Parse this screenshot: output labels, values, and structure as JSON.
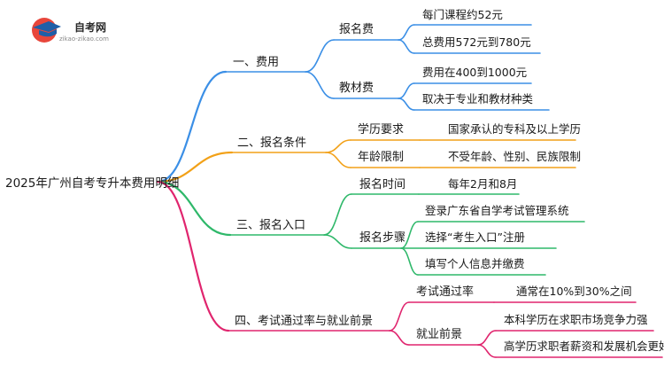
{
  "logo": {
    "title": "自考网",
    "url": "zikao-zikao.com",
    "icon": "graduation-cap-icon",
    "colors": {
      "circle": "#e8463b",
      "cap": "#1f5fa8"
    }
  },
  "root": {
    "label": "2025年广州自考专升本费用明细"
  },
  "branches": [
    {
      "label": "一、费用",
      "color": "#3b8fe6",
      "children": [
        {
          "label": "报名费",
          "leaves": [
            "每门课程约52元",
            "总费用572元到780元"
          ]
        },
        {
          "label": "教材费",
          "leaves": [
            "费用在400到1000元",
            "取决于专业和教材种类"
          ]
        }
      ]
    },
    {
      "label": "二、报名条件",
      "color": "#f2a118",
      "children": [
        {
          "label": "学历要求",
          "leaves": [
            "国家承认的专科及以上学历"
          ]
        },
        {
          "label": "年龄限制",
          "leaves": [
            "不受年龄、性别、民族限制"
          ]
        }
      ]
    },
    {
      "label": "三、报名入口",
      "color": "#2fb86a",
      "children": [
        {
          "label": "报名时间",
          "leaves": [
            "每年2月和8月"
          ]
        },
        {
          "label": "报名步骤",
          "leaves": [
            "登录广东省自学考试管理系统",
            "选择“考生入口”注册",
            "填写个人信息并缴费"
          ]
        }
      ]
    },
    {
      "label": "四、考试通过率与就业前景",
      "color": "#e0256e",
      "children": [
        {
          "label": "考试通过率",
          "leaves": [
            "通常在10%到30%之间"
          ]
        },
        {
          "label": "就业前景",
          "leaves": [
            "本科学历在求职市场竞争力强",
            "高学历求职者薪资和发展机会更好"
          ]
        }
      ]
    }
  ]
}
